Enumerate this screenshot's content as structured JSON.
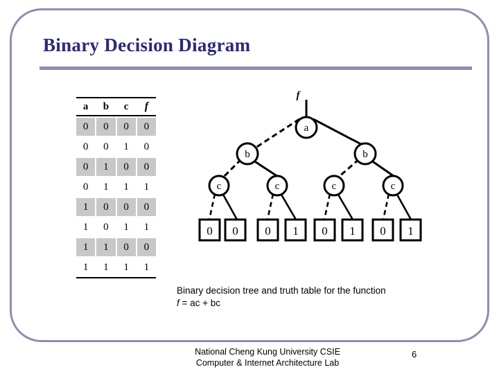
{
  "slide": {
    "title": "Binary Decision Diagram",
    "accent_color": "#8b8fad",
    "title_color": "#2a2a7a"
  },
  "truth_table": {
    "headers": [
      "a",
      "b",
      "c",
      "f"
    ],
    "rows": [
      [
        "0",
        "0",
        "0",
        "0"
      ],
      [
        "0",
        "0",
        "1",
        "0"
      ],
      [
        "0",
        "1",
        "0",
        "0"
      ],
      [
        "0",
        "1",
        "1",
        "1"
      ],
      [
        "1",
        "0",
        "0",
        "0"
      ],
      [
        "1",
        "0",
        "1",
        "1"
      ],
      [
        "1",
        "1",
        "0",
        "0"
      ],
      [
        "1",
        "1",
        "1",
        "1"
      ]
    ],
    "shade_color": "#c8c8c8"
  },
  "tree": {
    "function_label": "f",
    "root_label": "a",
    "level2_labels": [
      "b",
      "b"
    ],
    "level3_labels": [
      "c",
      "c",
      "c",
      "c"
    ],
    "leaves": [
      "0",
      "0",
      "0",
      "1",
      "0",
      "1",
      "0",
      "1"
    ],
    "edge_styles": {
      "low": "dashed",
      "high": "solid"
    }
  },
  "caption": {
    "line1": "Binary decision tree and truth table for the function",
    "function_symbol": "f",
    "function_body": " = ac + bc"
  },
  "footer": {
    "line1": "National Cheng Kung University CSIE",
    "line2": "Computer & Internet Architecture Lab",
    "page_number": "6"
  }
}
